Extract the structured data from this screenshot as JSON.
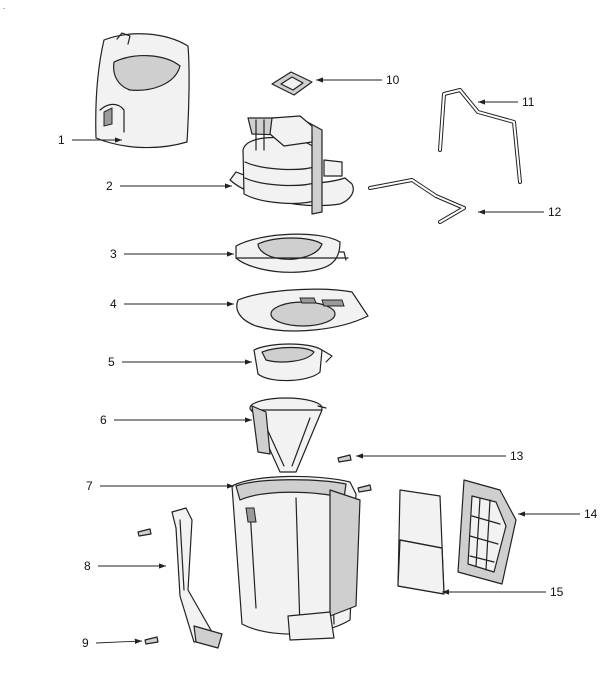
{
  "parts": [
    {
      "id": "1",
      "label": "1"
    },
    {
      "id": "2",
      "label": "2"
    },
    {
      "id": "3",
      "label": "3"
    },
    {
      "id": "4",
      "label": "4"
    },
    {
      "id": "5",
      "label": "5"
    },
    {
      "id": "6",
      "label": "6"
    },
    {
      "id": "7",
      "label": "7"
    },
    {
      "id": "8",
      "label": "8"
    },
    {
      "id": "9",
      "label": "9"
    },
    {
      "id": "10",
      "label": "10"
    },
    {
      "id": "11",
      "label": "11"
    },
    {
      "id": "12",
      "label": "12"
    },
    {
      "id": "13",
      "label": "13"
    },
    {
      "id": "14",
      "label": "14"
    },
    {
      "id": "15",
      "label": "15"
    }
  ]
}
